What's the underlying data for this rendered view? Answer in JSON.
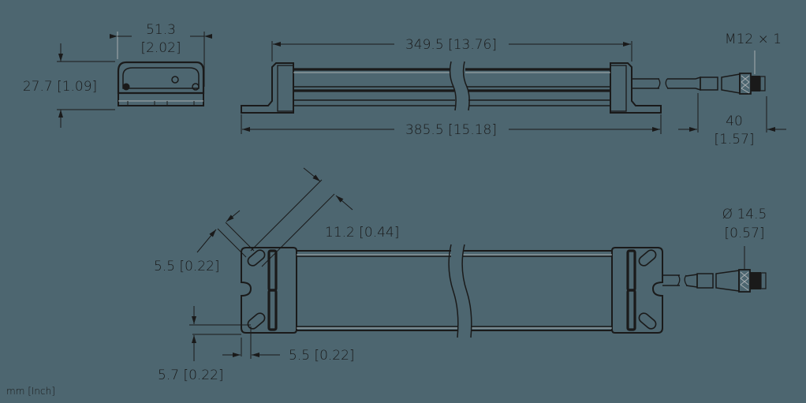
{
  "drawing": {
    "units_label": "mm [Inch]",
    "background_color": "#4d6670",
    "line_color": "#1a1a1a",
    "highlight_color": "#a7aeb1"
  },
  "end_view": {
    "width": {
      "mm": "51.3",
      "inch": "[2.02]"
    },
    "height": {
      "label": "27.7 [1.09]"
    }
  },
  "side_view": {
    "inner_length": {
      "label": "349.5 [13.76]"
    },
    "overall_length": {
      "label": "385.5 [15.18]"
    },
    "connector_thread": {
      "label": "M12 × 1"
    },
    "connector_length": {
      "mm": "40",
      "inch": "[1.57]"
    }
  },
  "top_view": {
    "slot_spacing": {
      "label": "11.2 [0.44]"
    },
    "slot_width": {
      "label": "5.5 [0.22]"
    },
    "hole_vertical_offset": {
      "label": "5.7 [0.22]"
    },
    "hole_horizontal_offset": {
      "label": "5.5 [0.22]"
    },
    "connector_diameter": {
      "mm": "Ø 14.5",
      "inch": "[0.57]"
    }
  }
}
